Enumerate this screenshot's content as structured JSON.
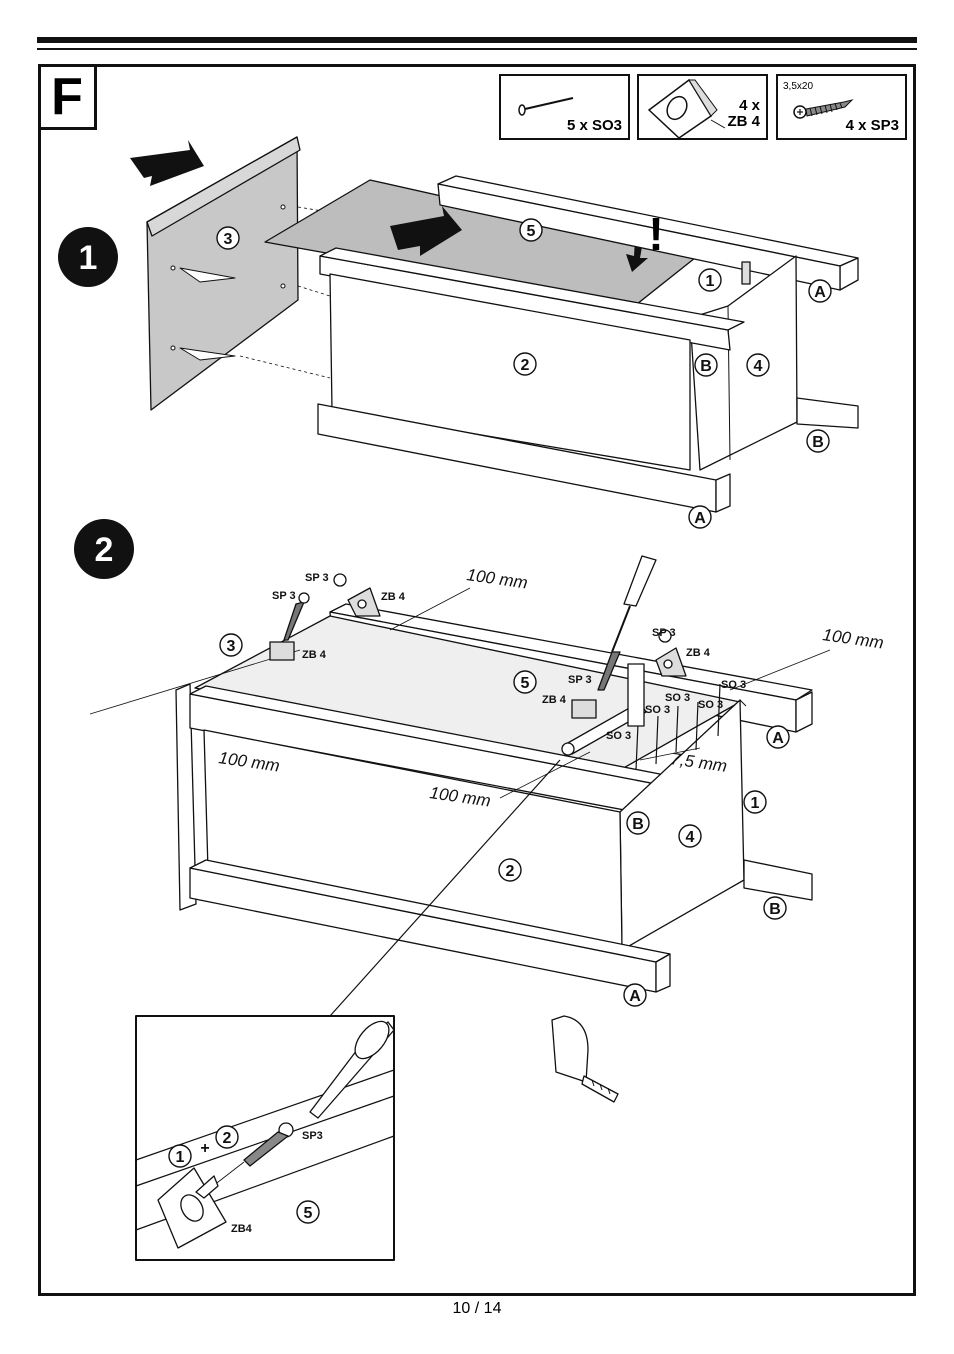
{
  "step_letter": "F",
  "parts": [
    {
      "qty_label": "5 x SO3",
      "icon": "nail-icon"
    },
    {
      "qty_line1": "4 x",
      "qty_line2": "ZB 4",
      "icon": "corner-block-icon"
    },
    {
      "spec": "3,5x20",
      "qty_label": "4 x SP3",
      "icon": "screw-icon"
    }
  ],
  "steps": [
    {
      "number": "1",
      "callouts": {
        "p1": "1",
        "p2": "2",
        "p3": "3",
        "p4": "4",
        "p5": "5",
        "a_top": "A",
        "a_bottom": "A",
        "b_left": "B",
        "b_right": "B"
      },
      "warning": "!"
    },
    {
      "number": "2",
      "callouts": {
        "p1": "1",
        "p2": "2",
        "p3": "3",
        "p4": "4",
        "p5": "5",
        "a_top": "A",
        "a_bottom": "A",
        "b_left": "B",
        "b_right": "B"
      },
      "labels": {
        "sp3": "SP 3",
        "zb4": "ZB 4",
        "so3": "SO 3",
        "dim_100": "100 mm",
        "dim_7_5": "7,5 mm"
      }
    }
  ],
  "detail": {
    "callout_1": "1",
    "plus": "+",
    "callout_2": "2",
    "callout_5": "5",
    "sp3": "SP3",
    "zb4": "ZB4"
  },
  "page_number": "10 / 14",
  "colors": {
    "line": "#111111",
    "panel_fill": "#c8c8c8",
    "sheet_fill": "#bdbdbd"
  }
}
